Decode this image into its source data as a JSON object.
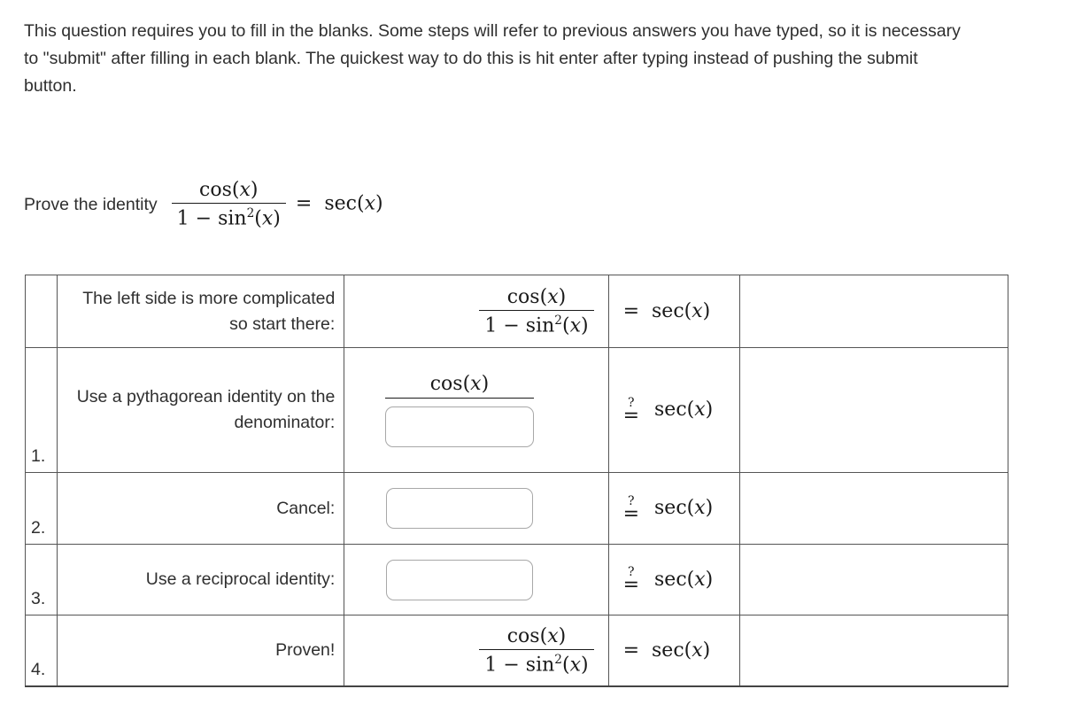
{
  "intro": {
    "text": "This question requires you to fill in the blanks. Some steps will refer to previous answers you have typed, so it is necessary to \"submit\" after filling in each blank. The quickest way to do this is hit enter after typing instead of pushing the submit button."
  },
  "prompt": {
    "label": "Prove the identity",
    "lhs_numerator": "cos(x)",
    "lhs_denominator": "1 − sin²(x)",
    "relation": "=",
    "rhs": "sec(x)"
  },
  "math_atoms": {
    "cos": "cos",
    "sin": "sin",
    "sec": "sec",
    "x": "x",
    "open_paren": "(",
    "close_paren": ")",
    "one": "1",
    "minus": "−",
    "two": "2",
    "equals": "=",
    "question": "?"
  },
  "table": {
    "rows": [
      {
        "number": "",
        "label": "The left side is more complicated so start there:",
        "expression_type": "fraction",
        "numerator": "cos(x)",
        "denominator": "1 − sin²(x)",
        "relation": "=",
        "relation_type": "equals",
        "right_side": "sec(x)",
        "has_input": false,
        "input_value": ""
      },
      {
        "number": "1.",
        "label": "Use a pythagorean identity on the denominator:",
        "expression_type": "fraction-with-input-denominator",
        "numerator": "cos(x)",
        "denominator": "",
        "relation": "?=",
        "relation_type": "question-equals",
        "right_side": "sec(x)",
        "has_input": true,
        "input_value": ""
      },
      {
        "number": "2.",
        "label": "Cancel:",
        "expression_type": "input",
        "numerator": "",
        "denominator": "",
        "relation": "?=",
        "relation_type": "question-equals",
        "right_side": "sec(x)",
        "has_input": true,
        "input_value": ""
      },
      {
        "number": "3.",
        "label": "Use a reciprocal identity:",
        "expression_type": "input",
        "numerator": "",
        "denominator": "",
        "relation": "?=",
        "relation_type": "question-equals",
        "right_side": "sec(x)",
        "has_input": true,
        "input_value": ""
      },
      {
        "number": "4.",
        "label": "Proven!",
        "expression_type": "fraction",
        "numerator": "cos(x)",
        "denominator": "1 − sin²(x)",
        "relation": "=",
        "relation_type": "equals",
        "right_side": "sec(x)",
        "has_input": false,
        "input_value": ""
      }
    ]
  },
  "colors": {
    "page_background": "#ffffff",
    "text": "#2f2f2f",
    "math_text": "#1a1a1a",
    "table_border": "#555555",
    "input_border": "#a8a8a8"
  }
}
